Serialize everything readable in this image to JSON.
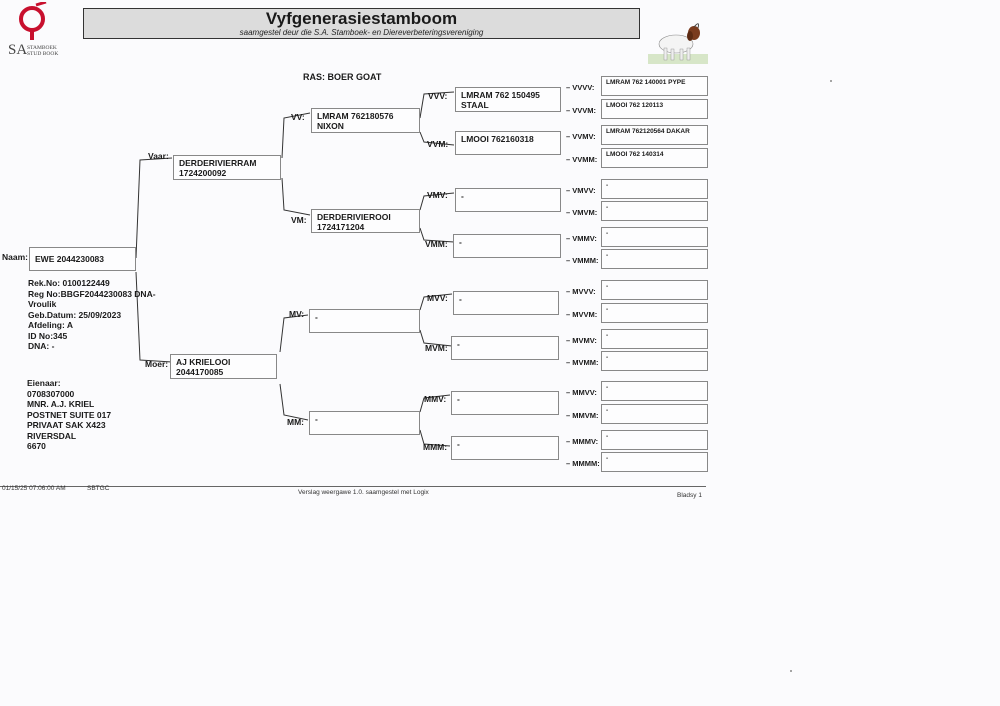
{
  "header": {
    "logo_letters": "SA",
    "logo_sub": "STAMBOEK\nSTUD BOOK",
    "title": "Vyfgenerasiestamboom",
    "subtitle": "saamgestel deur die S.A. Stamboek- en Diereverbeteringsvereniging",
    "breed": "RAS: BOER GOAT"
  },
  "animal": {
    "naam_label": "Naam:",
    "naam": "EWE 2044230083",
    "details": "Rek.No: 0100122449\nReg No:BBGF2044230083 DNA-\nVroulik\nGeb.Datum: 25/09/2023\nAfdeling: A\nID No:345\nDNA: -",
    "owner": "Eienaar:\n0708307000\nMNR. A.J. KRIEL\nPOSTNET SUITE 017\nPRIVAAT SAK X423\nRIVERSDAL\n6670"
  },
  "gen1": {
    "vaar_label": "Vaar:",
    "vaar": "DERDERIVIERRAM\n1724200092",
    "moer_label": "Moer:",
    "moer": "AJ KRIELOOI\n2044170085"
  },
  "gen2": {
    "vv_label": "VV:",
    "vv": "LMRAM 762180576\nNIXON",
    "vm_label": "VM:",
    "vm": "DERDERIVIEROOI\n1724171204",
    "mv_label": "MV:",
    "mv": "-",
    "mm_label": "MM:",
    "mm": "-"
  },
  "gen3": {
    "vvv_label": "VVV:",
    "vvv": "LMRAM 762 150495\nSTAAL",
    "vvm_label": "VVM:",
    "vvm": "LMOOI 762160318",
    "vmv_label": "VMV:",
    "vmv": "-",
    "vmm_label": "VMM:",
    "vmm": "-",
    "mvv_label": "MVV:",
    "mvv": "-",
    "mvm_label": "MVM:",
    "mvm": "-",
    "mmv_label": "MMV:",
    "mmv": "-",
    "mmm_label": "MMM:",
    "mmm": "-"
  },
  "gen4": [
    {
      "label": "VVVV:",
      "value": "LMRAM 762 140001 PYPE"
    },
    {
      "label": "VVVM:",
      "value": "LMOOI 762 120113"
    },
    {
      "label": "VVMV:",
      "value": "LMRAM 762120564 DAKAR"
    },
    {
      "label": "VVMM:",
      "value": "LMOOI 762 140314"
    },
    {
      "label": "VMVV:",
      "value": "-"
    },
    {
      "label": "VMVM:",
      "value": "-"
    },
    {
      "label": "VMMV:",
      "value": "-"
    },
    {
      "label": "VMMM:",
      "value": "-"
    },
    {
      "label": "MVVV:",
      "value": "-"
    },
    {
      "label": "MVVM:",
      "value": "-"
    },
    {
      "label": "MVMV:",
      "value": "-"
    },
    {
      "label": "MVMM:",
      "value": "-"
    },
    {
      "label": "MMVV:",
      "value": "-"
    },
    {
      "label": "MMVM:",
      "value": "-"
    },
    {
      "label": "MMMV:",
      "value": "-"
    },
    {
      "label": "MMMM:",
      "value": "-"
    }
  ],
  "footer": {
    "timestamp": "01/15/25 07:06:00 AM",
    "code": "SBTGC",
    "report": "Verslag weergawe 1.0. saamgestel met Logix",
    "page": "Bladsy 1"
  }
}
